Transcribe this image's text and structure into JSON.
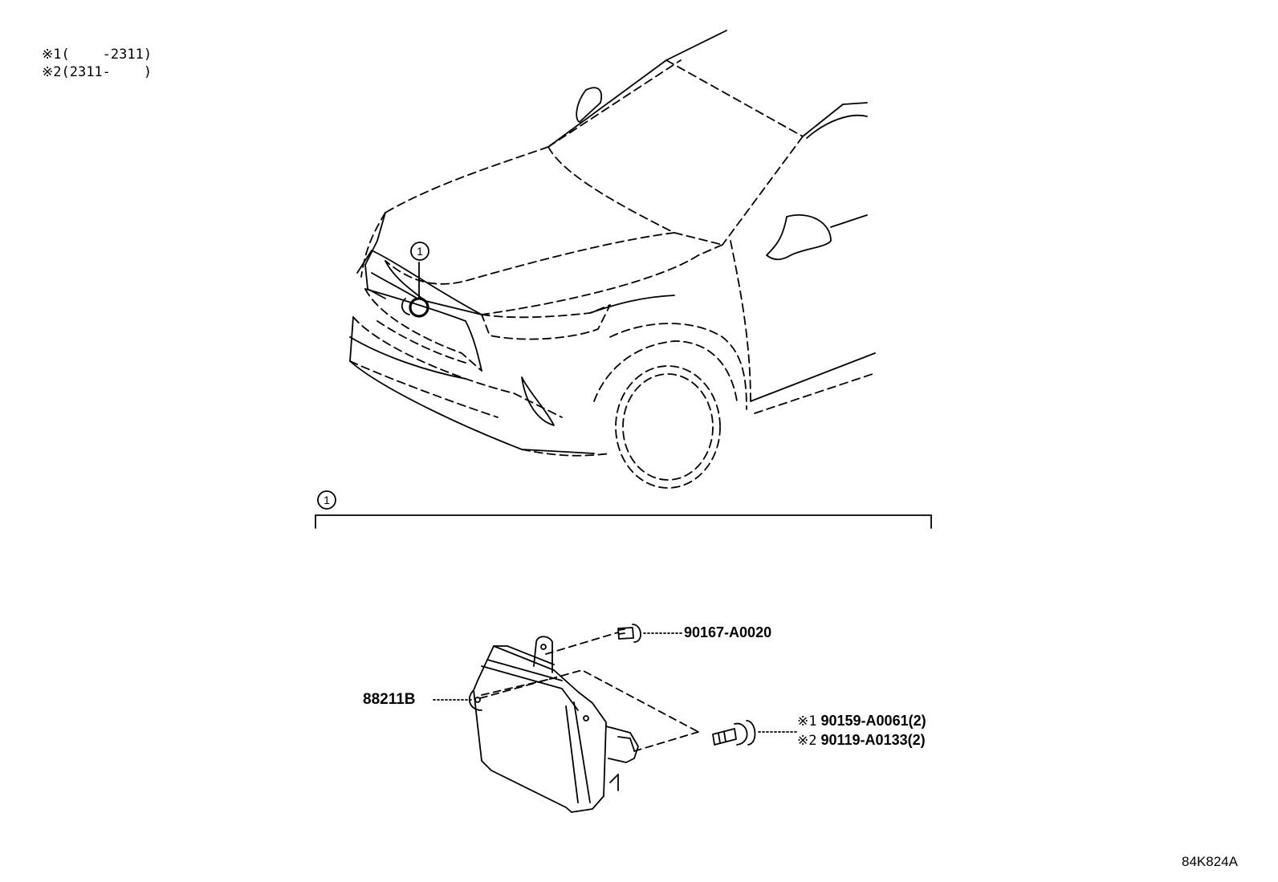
{
  "notes": [
    {
      "mark": "※1",
      "text": "(    -2311)"
    },
    {
      "mark": "※2",
      "text": "(2311-    )"
    }
  ],
  "callout_number": "1",
  "parts": {
    "main_unit": "88211B",
    "bolt_top": "90167-A0020",
    "bolt_side": [
      {
        "mark": "※1",
        "number": "90159-A0061(2)"
      },
      {
        "mark": "※2",
        "number": "90119-A0133(2)"
      }
    ]
  },
  "diagram_code": "84K824A"
}
